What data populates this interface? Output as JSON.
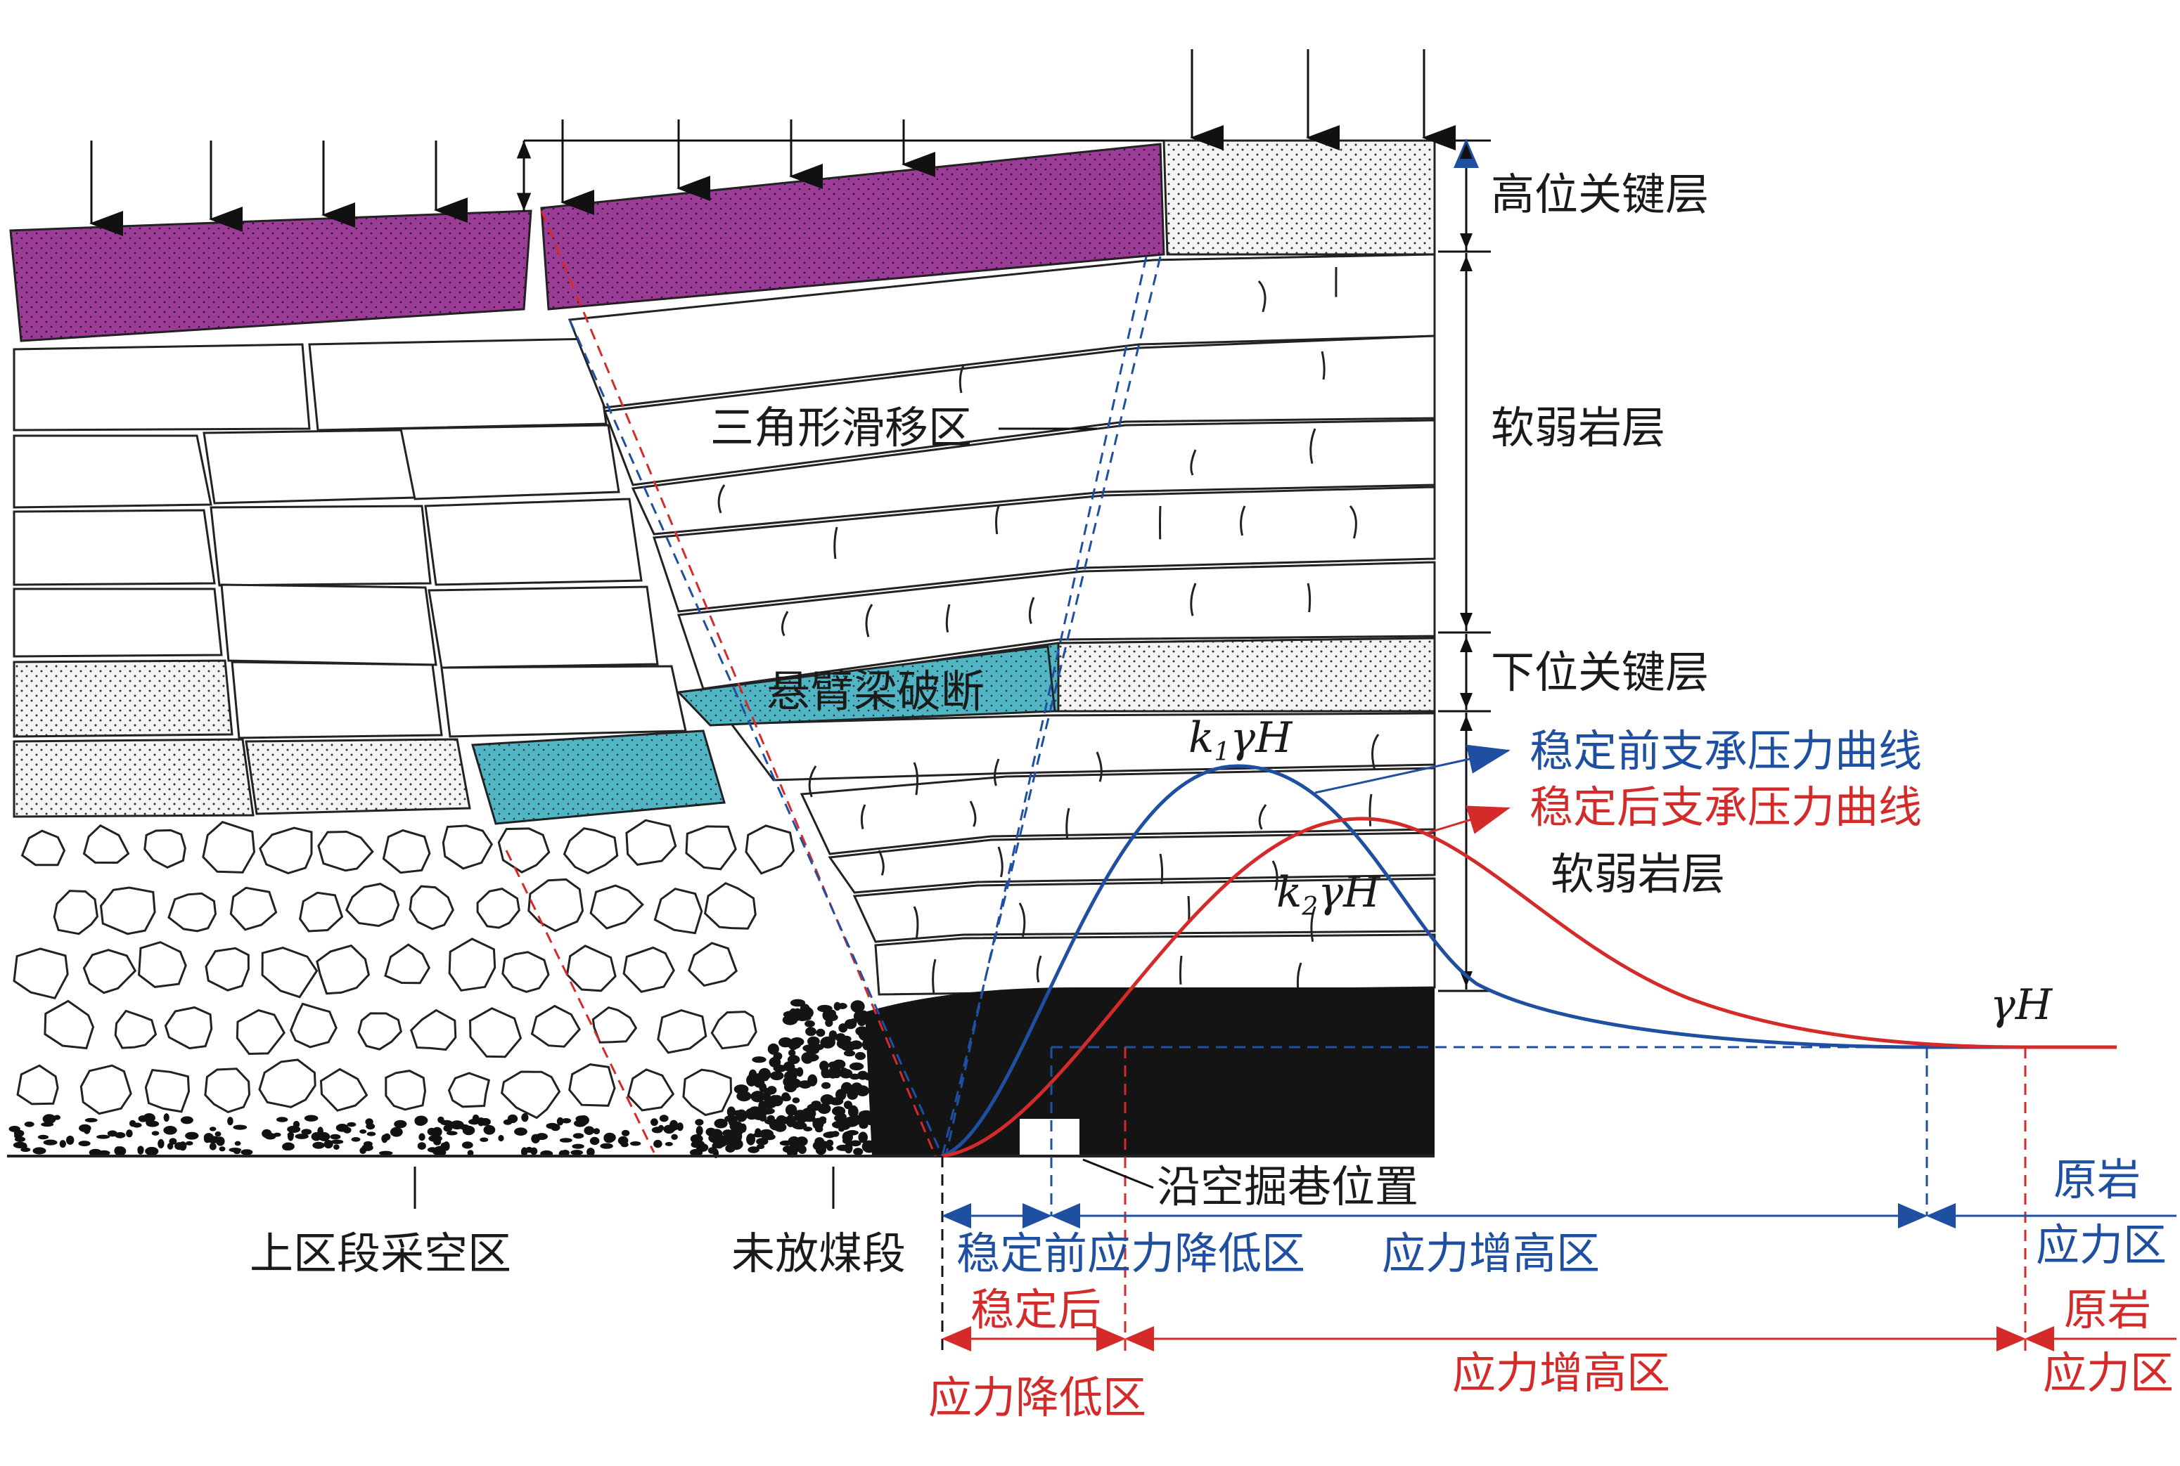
{
  "colors": {
    "key_layer_broken": "#9b3d96",
    "cantilever": "#52b5c4",
    "coal": "#141414",
    "stable_before_curve": "#1f4fa0",
    "stable_after_curve": "#d42a2a"
  },
  "labels": {
    "high_key_layer": "高位关键层",
    "soft_rock_upper": "软弱岩层",
    "low_key_layer": "下位关键层",
    "soft_rock_lower": "软弱岩层",
    "triangle_zone": "三角形滑移区",
    "cantilever_break": "悬臂梁破断",
    "goaf": "上区段采空区",
    "unreleased_coal": "未放煤段",
    "roadway_position": "沿空掘巷位置",
    "k1": "k",
    "k1_sub": "1",
    "k1_rest": "γH",
    "k2": "k",
    "k2_sub": "2",
    "k2_rest": "γH",
    "gamma_h": "γH"
  },
  "legend": {
    "before": "稳定前支承压力曲线",
    "after": "稳定后支承压力曲线"
  },
  "zones": {
    "before_reduced": "稳定前应力降低区",
    "before_increased": "应力增高区",
    "before_original_1": "原岩",
    "before_original_2": "应力区",
    "after_title": "稳定后",
    "after_reduced": "应力降低区",
    "after_increased": "应力增高区",
    "after_original_1": "原岩",
    "after_original_2": "应力区"
  }
}
